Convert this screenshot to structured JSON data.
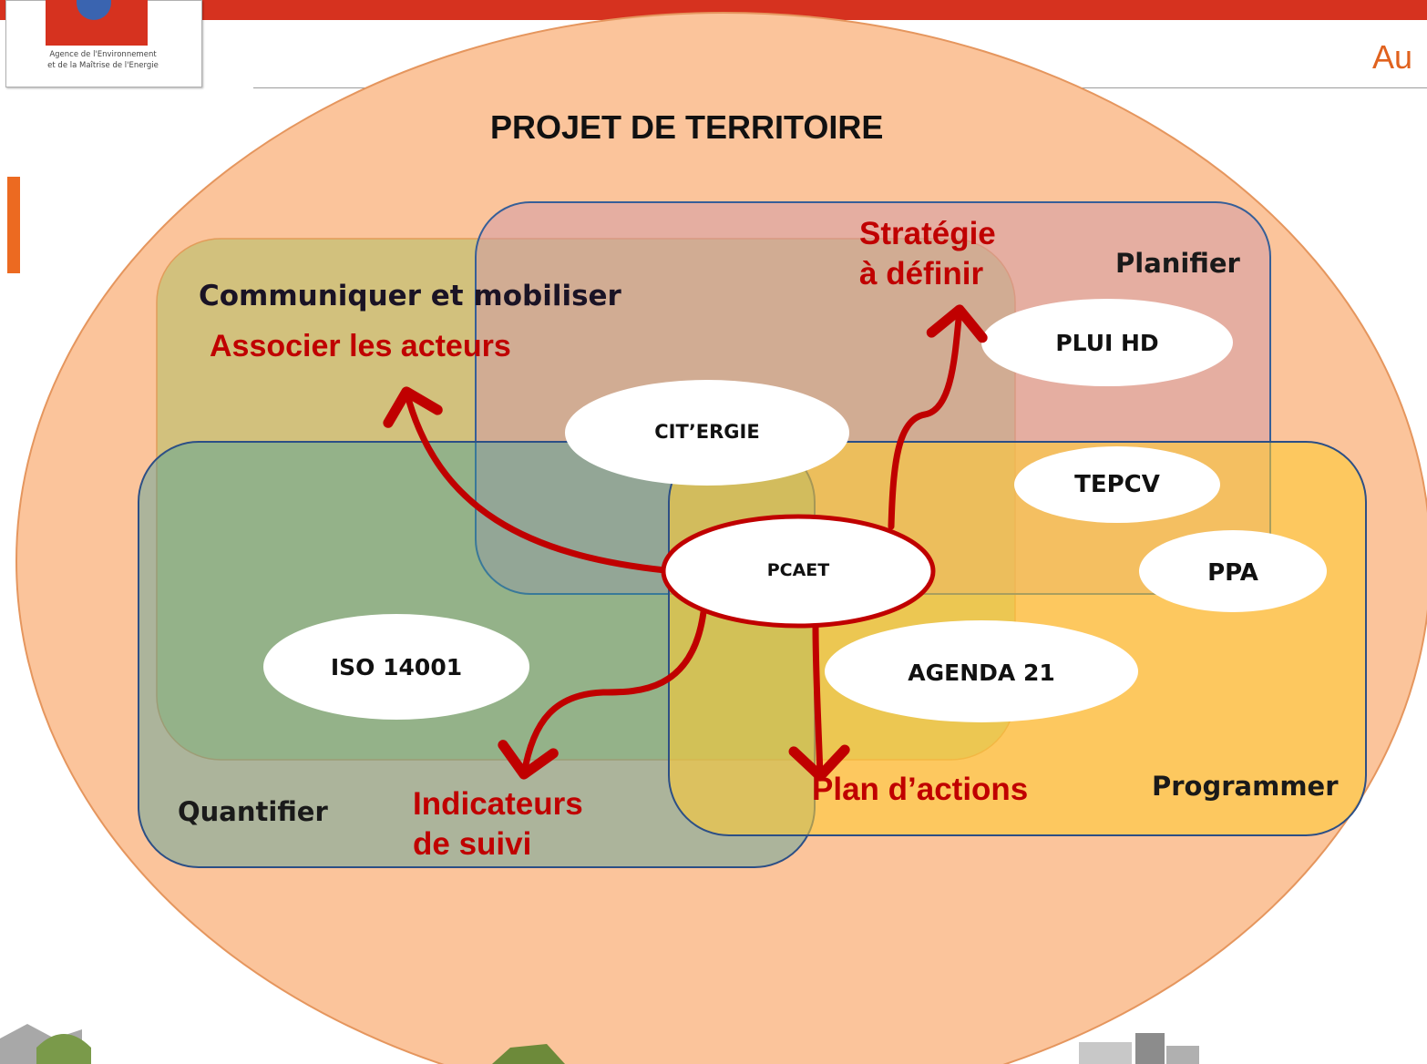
{
  "header": {
    "logo_line1": "Agence de l'Environnement",
    "logo_line2": "et de la Maîtrise de l'Energie",
    "partial_title": "Au"
  },
  "diagram": {
    "title": "PROJET DE TERRITOIRE",
    "zones": {
      "communiquer": "Communiquer et mobiliser",
      "planifier": "Planifier",
      "quantifier": "Quantifier",
      "programmer": "Programmer"
    },
    "goals": {
      "associer": "Associer les acteurs",
      "strategie_line1": "Stratégie",
      "strategie_line2": "à définir",
      "indicateurs_line1": "Indicateurs",
      "indicateurs_line2": "de suivi",
      "plan": "Plan d’actions"
    },
    "tools": {
      "center": "PCAET",
      "citergie": "CIT’ERGIE",
      "pluihd": "PLUI HD",
      "tepcv": "TEPCV",
      "ppa": "PPA",
      "iso": "ISO 14001",
      "agenda": "AGENDA 21"
    }
  },
  "colors": {
    "brand_red": "#d6321f",
    "accent_orange": "#ec6a21",
    "territoire_fill": "#fbc49b",
    "arrow_red": "#c00000"
  }
}
